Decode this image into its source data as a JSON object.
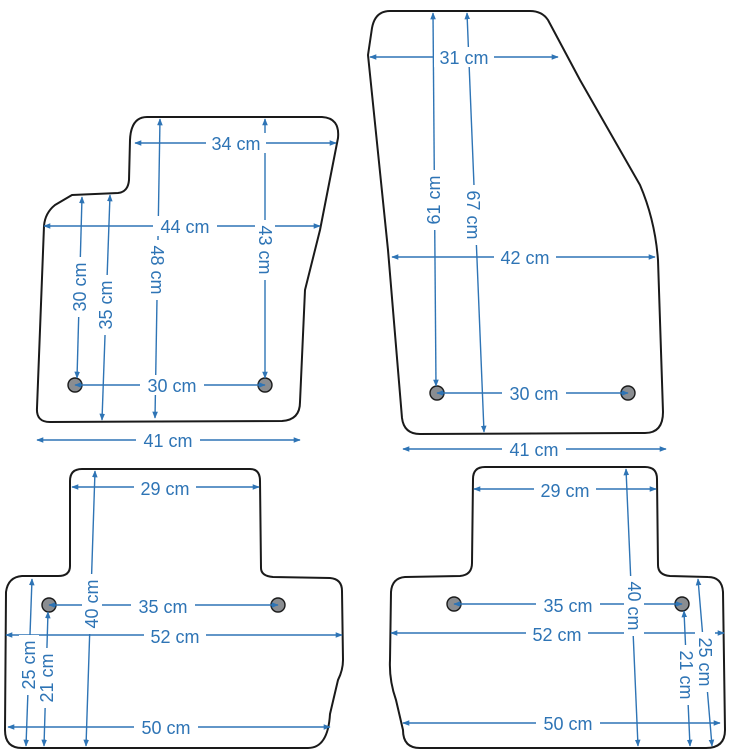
{
  "diagram": {
    "mats": {
      "front_left": {
        "labels": {
          "top_width": "34 cm",
          "mid_width": "44 cm",
          "height_48": "48 cm",
          "height_43": "43 cm",
          "left_30": "30 cm",
          "left_35": "35 cm",
          "holes": "30 cm",
          "bottom_width": "41 cm"
        }
      },
      "front_right": {
        "labels": {
          "top_width": "31 cm",
          "height_61": "61 cm",
          "height_67": "67 cm",
          "mid_width": "42 cm",
          "holes": "30 cm",
          "bottom_width": "41 cm"
        }
      },
      "rear_left": {
        "labels": {
          "top_width": "29 cm",
          "holes": "35 cm",
          "height_40": "40 cm",
          "mid_width": "52 cm",
          "left_25": "25 cm",
          "left_21": "21 cm",
          "bottom_width": "50 cm"
        }
      },
      "rear_right": {
        "labels": {
          "top_width": "29 cm",
          "holes": "35 cm",
          "height_40": "40 cm",
          "mid_width": "52 cm",
          "right_25": "25 cm",
          "right_21": "21 cm",
          "bottom_width": "50 cm"
        }
      }
    },
    "colors": {
      "dimension_line": "#2e74b5",
      "mat_outline": "#1a1a1a",
      "hole_fill": "#8a8d91",
      "background": "#ffffff"
    },
    "icons": {
      "arrow": "arrowhead"
    }
  }
}
